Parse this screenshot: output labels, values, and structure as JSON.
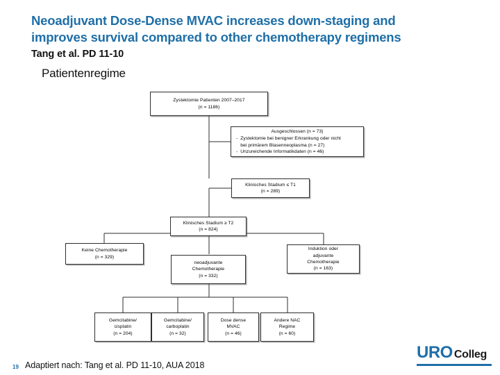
{
  "header": {
    "title": "Neoadjuvant Dose-Dense MVAC increases down-staging and improves survival compared to other chemotherapy regimens",
    "subtitle": "Tang et al. PD 11-10",
    "section": "Patientenregime",
    "title_color": "#1F6FA8"
  },
  "flow": {
    "cohort": {
      "line1": "Zystektomie Patienten 2007–2017",
      "line2": "(n = 1186)"
    },
    "excluded": {
      "title": "Ausgeschlossen (n = 73)",
      "bullet_marker": "-",
      "items": [
        {
          "line1": "Zystektomie bei benigner Erkrankung oder nicht",
          "line2": "bei primärem Blasenneoplasma (n = 27)"
        },
        {
          "line1": "Unzureichende Informatikdaten (n = 46)",
          "line2": ""
        }
      ]
    },
    "stage_t1": {
      "line1": "Klinisches Stadium ≤ T1",
      "line2": "(n = 289)"
    },
    "stage_t2": {
      "line1": "Klinisches Stadium ≥ T2",
      "line2": "(n = 824)"
    },
    "no_chemo": {
      "line1": "Keine Chemotherapie",
      "line2": "(n = 329)"
    },
    "neoadjuvant": {
      "line1": "neoadjuvante",
      "line2": "Chemotherapie",
      "line3": "(n = 332)"
    },
    "induction": {
      "line1": "Induktion oder",
      "line2": "adjuvante",
      "line3": "Chemotherapie",
      "line4": "(n = 163)"
    },
    "regimens": [
      {
        "line1": "Gemcitabine/",
        "line2": "cisplatin",
        "line3": "(n = 204)"
      },
      {
        "line1": "Gemcitabine/",
        "line2": "carboplatin",
        "line3": "(n = 32)"
      },
      {
        "line1": "Dose dense",
        "line2": "MVAC",
        "line3": "(n = 46)"
      },
      {
        "line1": "Andere NAC",
        "line2": "Regime",
        "line3": "(n = 60)"
      }
    ]
  },
  "footer": {
    "slide_number": "19",
    "note": "Adaptiert nach: Tang et al. PD 11-10, AUA 2018"
  },
  "logo": {
    "primary": "URO",
    "secondary": "Colleg",
    "accent_color": "#1F6FA8"
  }
}
